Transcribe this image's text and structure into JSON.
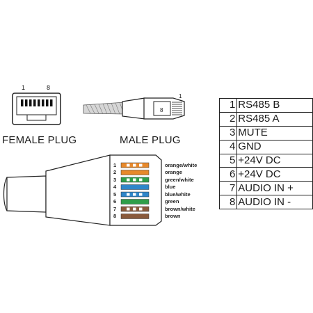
{
  "female_plug": {
    "label": "FEMALE PLUG",
    "pin_first": "1",
    "pin_last": "8"
  },
  "male_plug": {
    "label": "MALE PLUG",
    "pin_first": "1",
    "pin_last": "8"
  },
  "pin_table": [
    {
      "num": "1",
      "signal": "RS485 B"
    },
    {
      "num": "2",
      "signal": "RS485 A"
    },
    {
      "num": "3",
      "signal": "MUTE"
    },
    {
      "num": "4",
      "signal": "GND"
    },
    {
      "num": "5",
      "signal": "+24V DC"
    },
    {
      "num": "6",
      "signal": "+24V DC"
    },
    {
      "num": "7",
      "signal": "AUDIO IN +"
    },
    {
      "num": "8",
      "signal": "AUDIO IN -"
    }
  ],
  "wires": [
    {
      "num": "1",
      "name": "orange/white",
      "color": "#e8892b",
      "striped": true
    },
    {
      "num": "2",
      "name": "orange",
      "color": "#e8892b",
      "striped": false
    },
    {
      "num": "3",
      "name": "green/white",
      "color": "#2f9e4a",
      "striped": true
    },
    {
      "num": "4",
      "name": "blue",
      "color": "#2f86c9",
      "striped": false
    },
    {
      "num": "5",
      "name": "blue/white",
      "color": "#2f86c9",
      "striped": true
    },
    {
      "num": "6",
      "name": "green",
      "color": "#2f9e4a",
      "striped": false
    },
    {
      "num": "7",
      "name": "brown/white",
      "color": "#8a5a3c",
      "striped": true
    },
    {
      "num": "8",
      "name": "brown",
      "color": "#8a5a3c",
      "striped": false
    }
  ]
}
